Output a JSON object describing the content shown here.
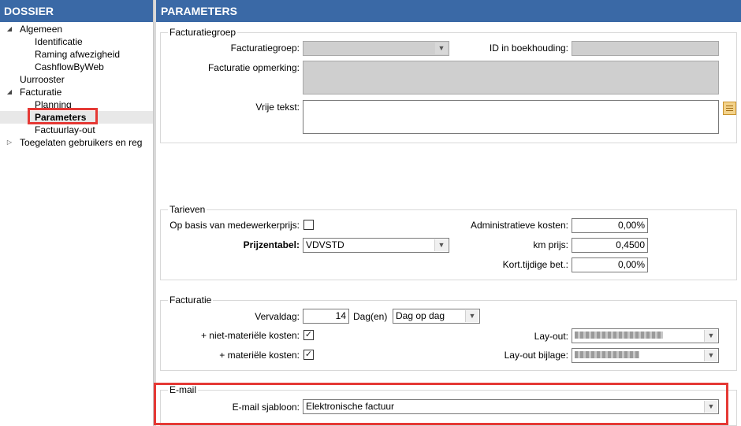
{
  "left_panel": {
    "title": "DOSSIER",
    "tree": [
      {
        "label": "Algemeen",
        "level": 0,
        "arrow": "◢"
      },
      {
        "label": "Identificatie",
        "level": 1
      },
      {
        "label": "Raming afwezigheid",
        "level": 1
      },
      {
        "label": "CashflowByWeb",
        "level": 1
      },
      {
        "label": "Uurrooster",
        "level": 0
      },
      {
        "label": "Facturatie",
        "level": 0,
        "arrow": "◢"
      },
      {
        "label": "Planning",
        "level": 1
      },
      {
        "label": "Parameters",
        "level": 1,
        "selected": true
      },
      {
        "label": "Factuurlay-out",
        "level": 1
      },
      {
        "label": "Toegelaten gebruikers en reg",
        "level": 0,
        "arrow": "▷"
      }
    ]
  },
  "right_panel": {
    "title": "PARAMETERS",
    "facturatiegroep_section": {
      "legend": "Facturatiegroep",
      "group_label": "Facturatiegroep:",
      "group_value": "",
      "id_label": "ID in boekhouding:",
      "id_value": "",
      "remark_label": "Facturatie opmerking:",
      "remark_value": "",
      "free_text_label": "Vrije tekst:",
      "free_text_value": ""
    },
    "tarieven_section": {
      "legend": "Tarieven",
      "employee_price_label": "Op basis van medewerkerprijs:",
      "employee_price_checked": false,
      "price_table_label": "Prijzentabel:",
      "price_table_value": "VDVSTD",
      "admin_costs_label": "Administratieve kosten:",
      "admin_costs_value": "0,00%",
      "km_price_label": "km prijs:",
      "km_price_value": "0,4500",
      "early_payment_label": "Kort.tijdige bet.:",
      "early_payment_value": "0,00%"
    },
    "facturatie_section": {
      "legend": "Facturatie",
      "due_day_label": "Vervaldag:",
      "due_day_value": "14",
      "days_unit": "Dag(en)",
      "due_mode_value": "Dag op dag",
      "non_material_label": "+ niet-materiële kosten:",
      "non_material_checked": true,
      "material_label": "+ materiële kosten:",
      "material_checked": true,
      "layout_label": "Lay-out:",
      "layout_attachment_label": "Lay-out bijlage:"
    },
    "email_section": {
      "legend": "E-mail",
      "template_label": "E-mail sjabloon:",
      "template_value": "Elektronische factuur"
    }
  },
  "icons": {
    "tree_expanded": "triangle-down-right-icon",
    "tree_collapsed": "triangle-right-icon",
    "dropdown": "chevron-down-icon",
    "checkmark": "checkmark-icon",
    "note": "note-edit-icon"
  },
  "colors": {
    "header_bg": "#3a69a6",
    "highlight_border": "#e53935",
    "disabled_input": "#cfcfcf"
  }
}
